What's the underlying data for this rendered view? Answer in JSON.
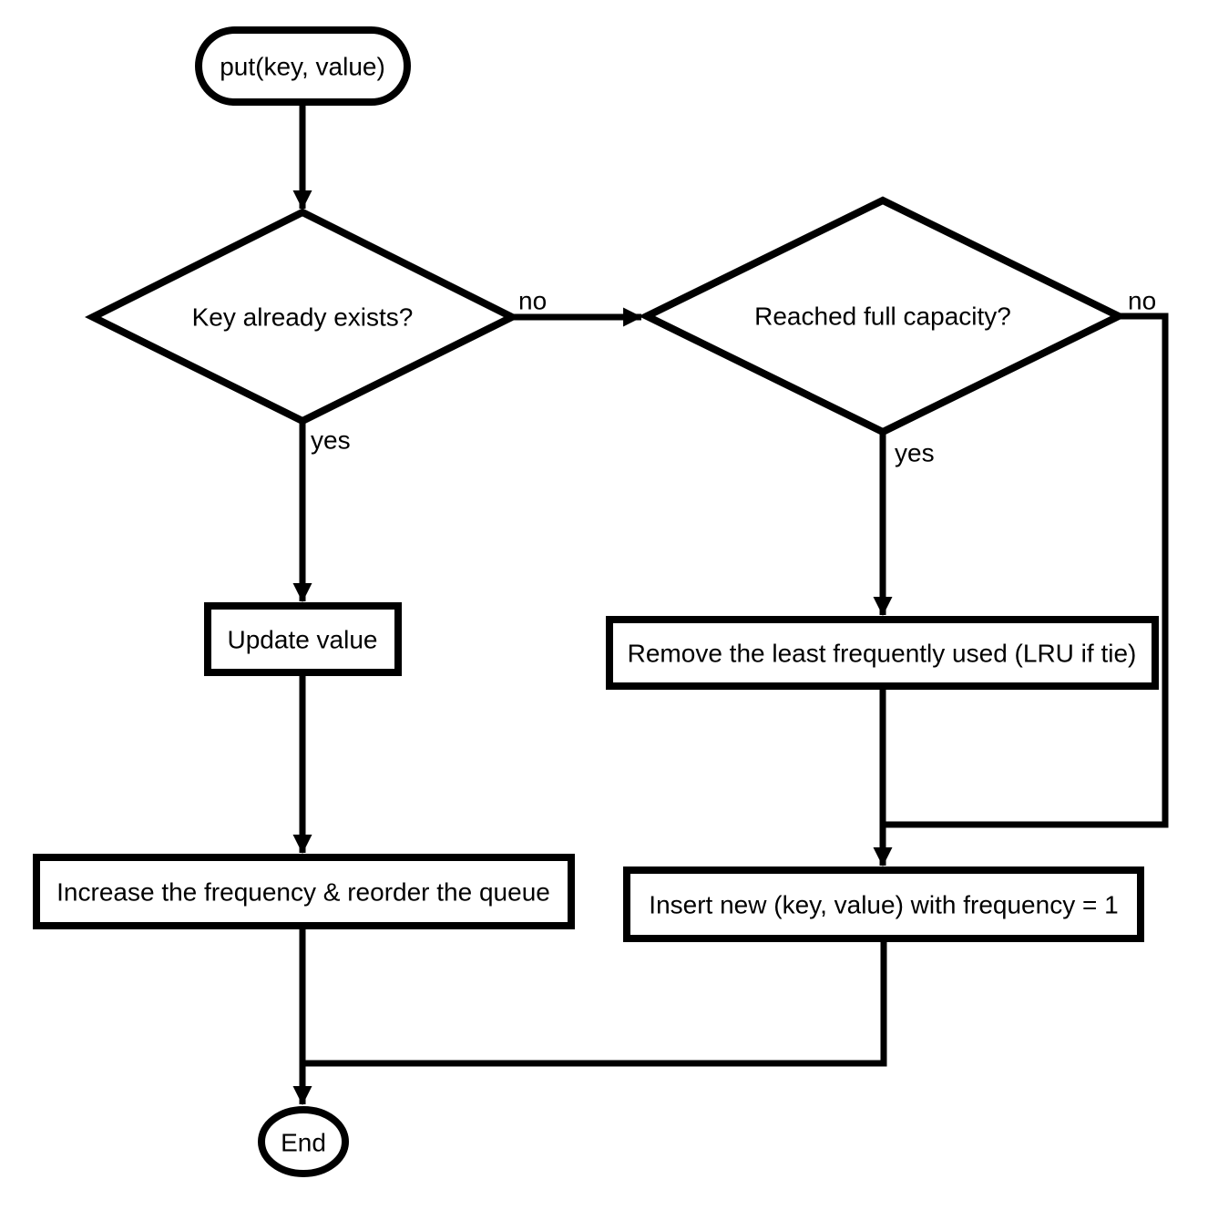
{
  "diagram": {
    "type": "flowchart",
    "colors": {
      "background": "#ffffff",
      "stroke": "#000000",
      "node_fill": "#ffffff",
      "text": "#000000"
    },
    "nodes": {
      "start": {
        "shape": "stadium",
        "label": "put(key, value)"
      },
      "key_exists": {
        "shape": "diamond",
        "label": "Key already exists?"
      },
      "full_capacity": {
        "shape": "diamond",
        "label": "Reached full capacity?"
      },
      "update_value": {
        "shape": "rect",
        "label": "Update value"
      },
      "remove_lfu": {
        "shape": "rect",
        "label": "Remove the least frequently used (LRU if tie)"
      },
      "increase_frequency": {
        "shape": "rect",
        "label": "Increase the frequency & reorder the queue"
      },
      "insert_new": {
        "shape": "rect",
        "label": "Insert new (key, value) with frequency = 1"
      },
      "end": {
        "shape": "ellipse",
        "label": "End"
      }
    },
    "edge_labels": {
      "key_exists_no": "no",
      "key_exists_yes": "yes",
      "full_capacity_no": "no",
      "full_capacity_yes": "yes"
    },
    "edges": [
      {
        "from": "start",
        "to": "key_exists",
        "label": ""
      },
      {
        "from": "key_exists",
        "to": "full_capacity",
        "label": "no"
      },
      {
        "from": "key_exists",
        "to": "update_value",
        "label": "yes"
      },
      {
        "from": "full_capacity",
        "to": "remove_lfu",
        "label": "yes"
      },
      {
        "from": "full_capacity",
        "to": "insert_new",
        "label": "no"
      },
      {
        "from": "remove_lfu",
        "to": "insert_new",
        "label": ""
      },
      {
        "from": "update_value",
        "to": "increase_frequency",
        "label": ""
      },
      {
        "from": "increase_frequency",
        "to": "end",
        "label": ""
      },
      {
        "from": "insert_new",
        "to": "end",
        "label": ""
      }
    ]
  }
}
